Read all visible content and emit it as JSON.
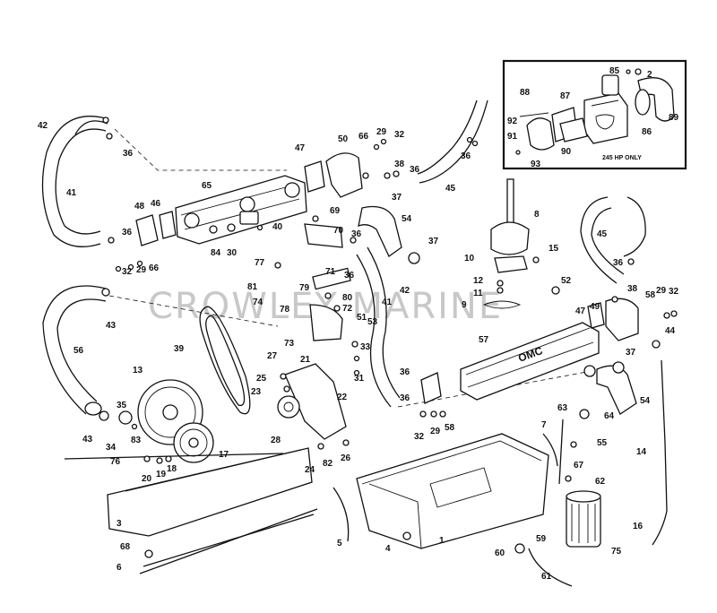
{
  "watermark": "CROWLEY MARINE",
  "inset": {
    "note": "245 HP ONLY",
    "labels": [
      "85",
      "2",
      "88",
      "87",
      "92",
      "91",
      "93",
      "90",
      "86",
      "89"
    ]
  },
  "brand_badge": "OMC",
  "labels": {
    "l1": "1",
    "l2": "2",
    "l3": "3",
    "l4": "4",
    "l5": "5",
    "l6": "6",
    "l7": "7",
    "l8": "8",
    "l9": "9",
    "l10": "10",
    "l11": "11",
    "l12": "12",
    "l13": "13",
    "l14": "14",
    "l15": "15",
    "l16": "16",
    "l17": "17",
    "l18": "18",
    "l19": "19",
    "l20": "20",
    "l21": "21",
    "l22": "22",
    "l23": "23",
    "l24": "24",
    "l25": "25",
    "l26": "26",
    "l27": "27",
    "l28": "28",
    "l29": "29",
    "l30": "30",
    "l31": "31",
    "l32": "32",
    "l33": "33",
    "l34": "34",
    "l35": "35",
    "l36": "36",
    "l37": "37",
    "l38": "38",
    "l39": "39",
    "l40": "40",
    "l41": "41",
    "l42": "42",
    "l43": "43",
    "l44": "44",
    "l45": "45",
    "l46": "46",
    "l47": "47",
    "l48": "48",
    "l49": "49",
    "l50": "50",
    "l51": "51",
    "l52": "52",
    "l53": "53",
    "l54": "54",
    "l55": "55",
    "l56": "56",
    "l57": "57",
    "l58": "58",
    "l59": "59",
    "l60": "60",
    "l61": "61",
    "l62": "62",
    "l63": "63",
    "l64": "64",
    "l65": "65",
    "l66": "66",
    "l67": "67",
    "l68": "68",
    "l69": "69",
    "l70": "70",
    "l71": "71",
    "l72": "72",
    "l73": "73",
    "l74": "74",
    "l75": "75",
    "l76": "76",
    "l77": "77",
    "l78": "78",
    "l79": "79",
    "l80": "80",
    "l81": "81",
    "l82": "82",
    "l83": "83",
    "l84": "84",
    "l85": "85",
    "l86": "86",
    "l87": "87",
    "l88": "88",
    "l89": "89",
    "l90": "90",
    "l91": "91",
    "l92": "92",
    "l93": "93"
  }
}
